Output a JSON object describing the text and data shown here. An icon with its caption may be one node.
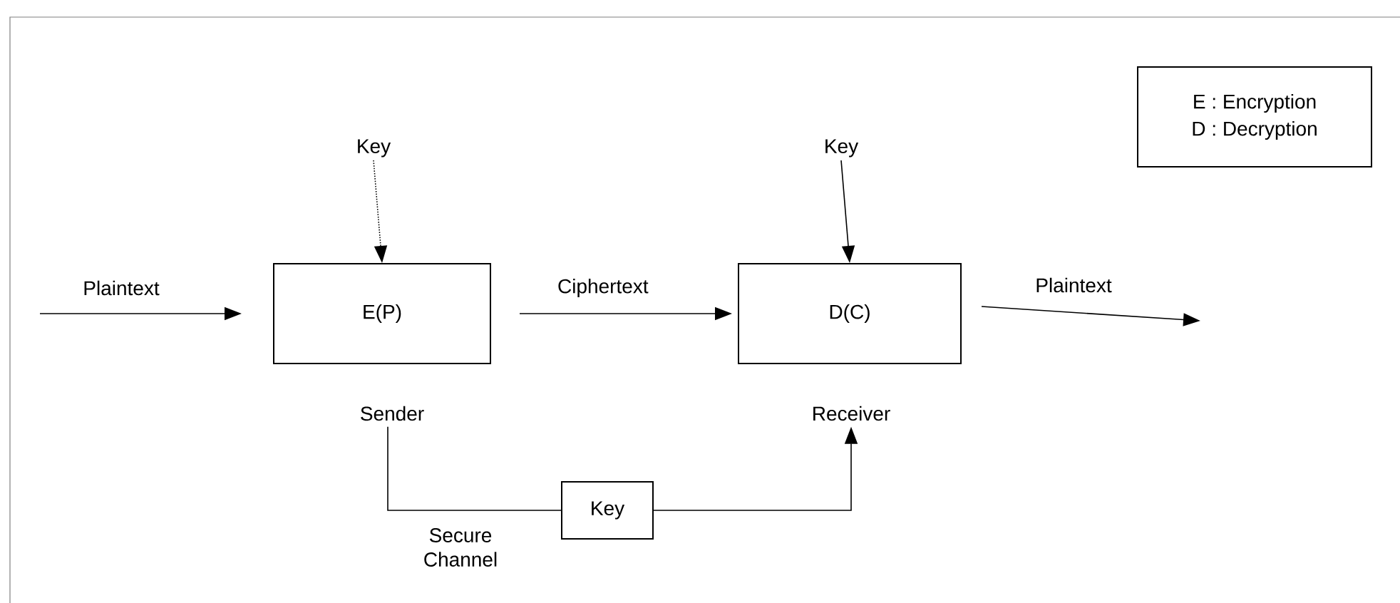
{
  "diagram": {
    "nodes": [
      {
        "text": [
          "Key"
        ]
      },
      {
        "text": [
          "E(P)"
        ]
      },
      {
        "text": [
          "Key"
        ]
      },
      {
        "text": [
          "D(C)"
        ]
      },
      {
        "text": [
          "Sender"
        ]
      },
      {
        "text": [
          "Receiver"
        ]
      },
      {
        "text": [
          "Key"
        ]
      },
      {
        "text": [
          "E : Encryption",
          "D : Decryption"
        ]
      }
    ],
    "edges": [
      {
        "from": null,
        "to": 1,
        "arrow": "to",
        "label": "Plaintext"
      },
      {
        "from": 0,
        "to": 1,
        "arrow": "to",
        "style": "dashed"
      },
      {
        "from": 1,
        "to": 3,
        "arrow": "to",
        "label": "Ciphertext"
      },
      {
        "from": 2,
        "to": 3,
        "arrow": "to"
      },
      {
        "from": 3,
        "to": null,
        "arrow": "to",
        "label": "Plaintext"
      },
      {
        "from": 4,
        "to": 6,
        "arrow": "none",
        "label": "Secure Channel"
      },
      {
        "from": 6,
        "to": 5,
        "arrow": "to"
      }
    ]
  }
}
